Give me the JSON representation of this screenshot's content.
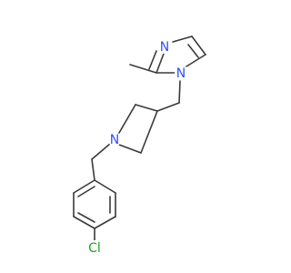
{
  "molecule": {
    "atoms": [
      {
        "id": "n_imine",
        "label": "N",
        "color": "#3050F8"
      },
      {
        "id": "n_imidazole",
        "label": "N",
        "color": "#3050F8"
      },
      {
        "id": "n_azetidine",
        "label": "N",
        "color": "#3050F8"
      },
      {
        "id": "cl",
        "label": "Cl",
        "color": "#1FA01F"
      }
    ],
    "bond_color": "#3a3a3a",
    "background": "#ffffff"
  }
}
